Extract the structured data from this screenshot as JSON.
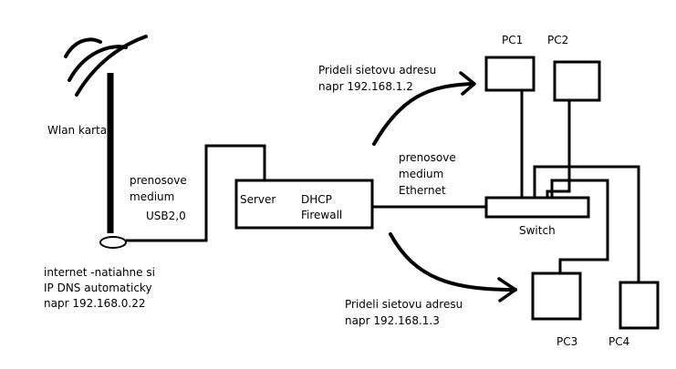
{
  "labels": {
    "wlan_card": "Wlan karta",
    "medium_usb": [
      "prenosove",
      "medium",
      "USB2,0"
    ],
    "internet_note": [
      "internet -natiahne si",
      "IP DNS automaticky",
      "napr 192.168.0.22"
    ],
    "server": "Server",
    "dhcp_firewall": [
      "DHCP",
      "Firewall"
    ],
    "medium_ethernet": [
      "prenosove",
      "medium",
      "Ethernet"
    ],
    "assign_top": [
      "Prideli sietovu adresu",
      "napr 192.168.1.2"
    ],
    "assign_bottom": [
      "Prideli sietovu adresu",
      "napr 192.168.1.3"
    ],
    "switch": "Switch",
    "pc1": "PC1",
    "pc2": "PC2",
    "pc3": "PC3",
    "pc4": "PC4"
  },
  "colors": {
    "ink": "#000000",
    "background": "#ffffff"
  }
}
